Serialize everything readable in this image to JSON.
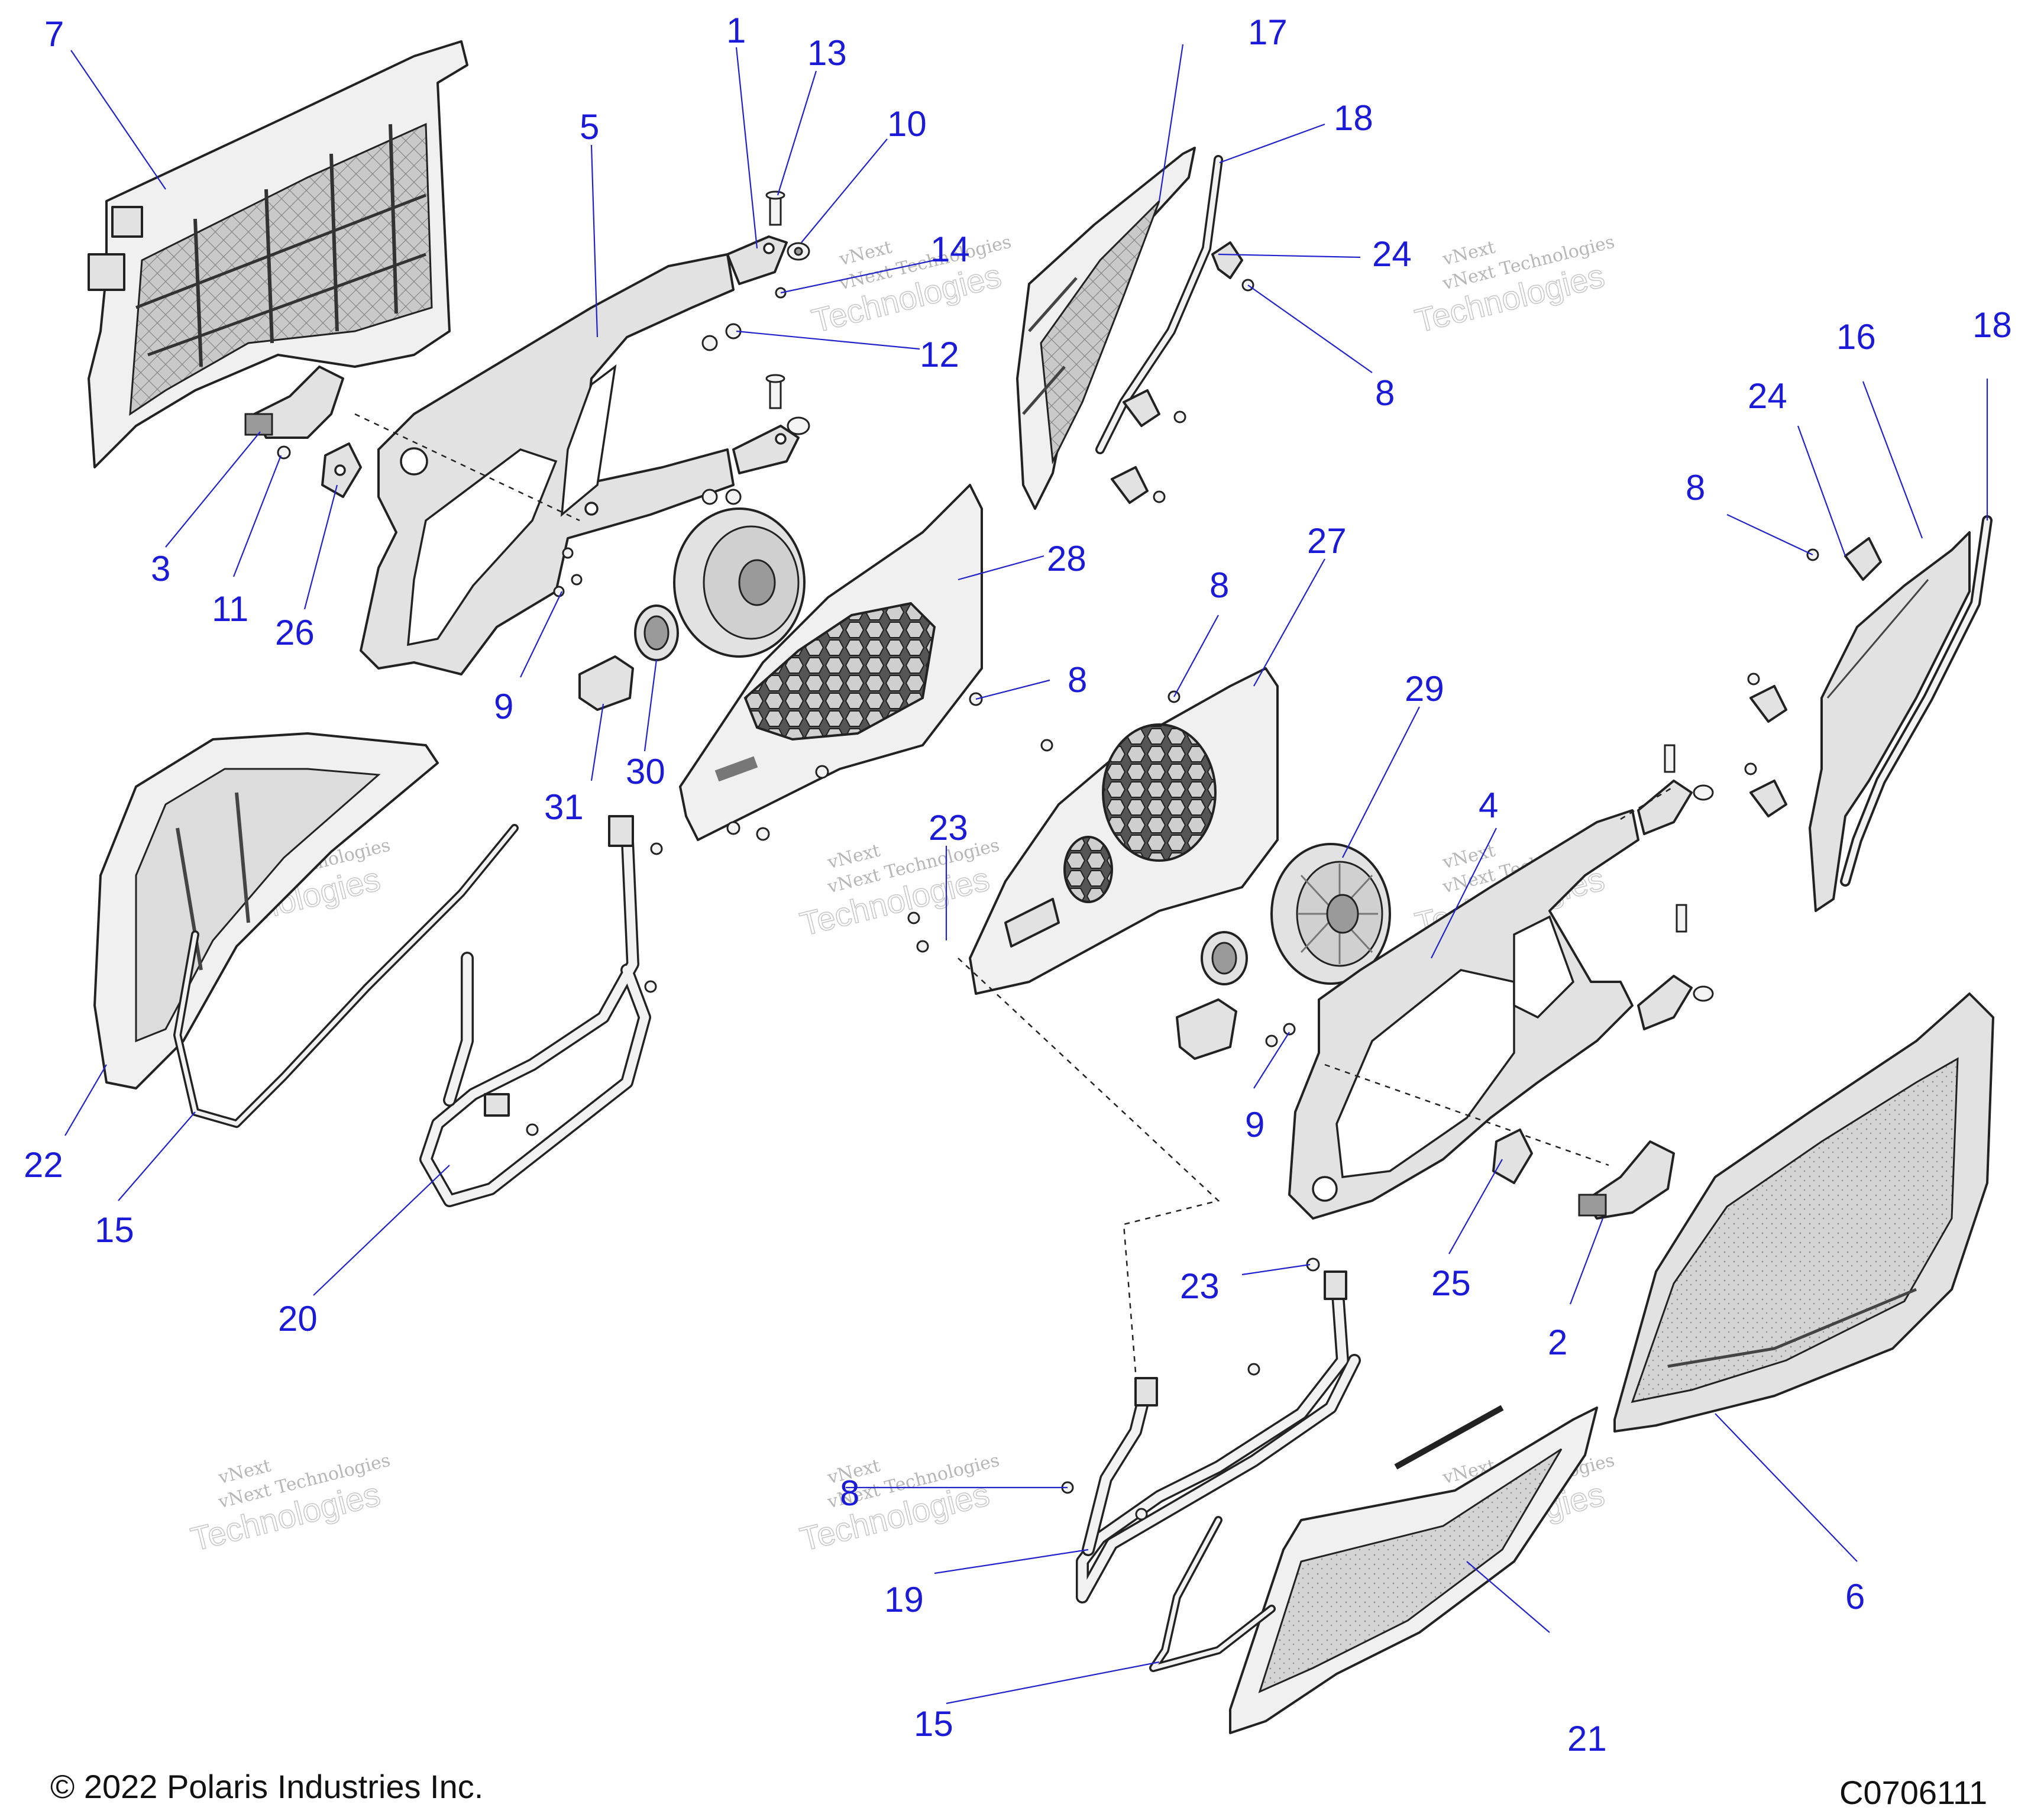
{
  "copyright": "© 2022 Polaris Industries Inc.",
  "diagram_code": "C0706111",
  "watermark": {
    "line1": "vNext",
    "line2": "vNext Technologies",
    "line3": "Technologies"
  },
  "callouts": [
    {
      "id": "c1",
      "label": "1"
    },
    {
      "id": "c2",
      "label": "2"
    },
    {
      "id": "c3",
      "label": "3"
    },
    {
      "id": "c4",
      "label": "4"
    },
    {
      "id": "c5",
      "label": "5"
    },
    {
      "id": "c6",
      "label": "6"
    },
    {
      "id": "c7",
      "label": "7"
    },
    {
      "id": "c8a",
      "label": "8"
    },
    {
      "id": "c8b",
      "label": "8"
    },
    {
      "id": "c8c",
      "label": "8"
    },
    {
      "id": "c8d",
      "label": "8"
    },
    {
      "id": "c8e",
      "label": "8"
    },
    {
      "id": "c9a",
      "label": "9"
    },
    {
      "id": "c9b",
      "label": "9"
    },
    {
      "id": "c10",
      "label": "10"
    },
    {
      "id": "c11",
      "label": "11"
    },
    {
      "id": "c12",
      "label": "12"
    },
    {
      "id": "c13",
      "label": "13"
    },
    {
      "id": "c14",
      "label": "14"
    },
    {
      "id": "c15a",
      "label": "15"
    },
    {
      "id": "c15b",
      "label": "15"
    },
    {
      "id": "c16",
      "label": "16"
    },
    {
      "id": "c17",
      "label": "17"
    },
    {
      "id": "c18a",
      "label": "18"
    },
    {
      "id": "c18b",
      "label": "18"
    },
    {
      "id": "c19",
      "label": "19"
    },
    {
      "id": "c20",
      "label": "20"
    },
    {
      "id": "c21",
      "label": "21"
    },
    {
      "id": "c22",
      "label": "22"
    },
    {
      "id": "c23a",
      "label": "23"
    },
    {
      "id": "c23b",
      "label": "23"
    },
    {
      "id": "c24a",
      "label": "24"
    },
    {
      "id": "c24b",
      "label": "24"
    },
    {
      "id": "c25",
      "label": "25"
    },
    {
      "id": "c26",
      "label": "26"
    },
    {
      "id": "c27",
      "label": "27"
    },
    {
      "id": "c28",
      "label": "28"
    },
    {
      "id": "c29",
      "label": "29"
    },
    {
      "id": "c30",
      "label": "30"
    },
    {
      "id": "c31",
      "label": "31"
    }
  ]
}
